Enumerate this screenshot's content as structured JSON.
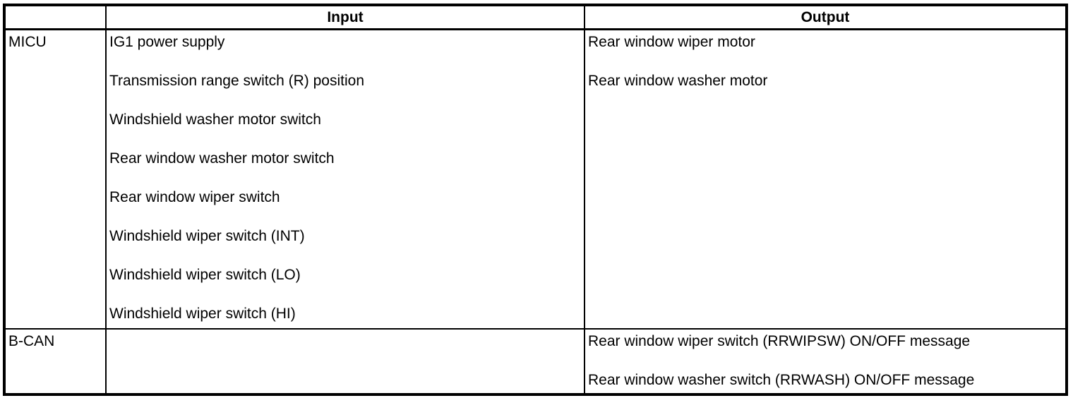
{
  "table": {
    "columns": {
      "corner": "",
      "input": "Input",
      "output": "Output"
    },
    "rows": [
      {
        "label": "MICU",
        "inputs": [
          "IG1 power supply",
          "Transmission range switch (R) position",
          "Windshield washer motor switch",
          "Rear window washer motor switch",
          "Rear window wiper switch",
          "Windshield wiper switch (INT)",
          "Windshield wiper switch (LO)",
          "Windshield wiper switch (HI)"
        ],
        "outputs": [
          "Rear window wiper motor",
          "Rear window washer motor"
        ]
      },
      {
        "label": "B-CAN",
        "inputs": [],
        "outputs": [
          "Rear window wiper switch (RRWIPSW) ON/OFF message",
          "Rear window washer switch (RRWASH) ON/OFF message"
        ]
      }
    ],
    "colors": {
      "border": "#000000",
      "background": "#ffffff",
      "text": "#000000"
    }
  }
}
